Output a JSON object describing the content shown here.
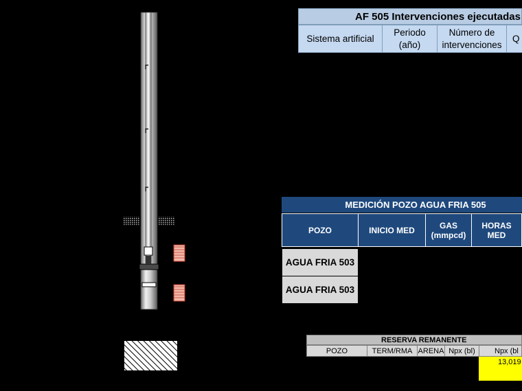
{
  "interventions_table": {
    "title": "AF 505 Intervenciones ejecutadas",
    "headers": [
      "Sistema artificial",
      "Periodo (año)",
      "Número de intervenciones",
      "Q"
    ]
  },
  "medicion_table": {
    "title": "MEDICIÓN POZO AGUA FRIA 505",
    "headers": [
      "POZO",
      "INICIO MED",
      "GAS (mmpcd)",
      "HORAS MED"
    ],
    "rows": [
      {
        "pozo": "AGUA FRIA 503"
      },
      {
        "pozo": "AGUA FRIA 503"
      }
    ]
  },
  "reserva_table": {
    "title": "RESERVA REMANENTE",
    "headers": [
      "POZO",
      "TERM/RMA",
      "ARENA",
      "Npx (bl)",
      "Npx (bl"
    ],
    "value": "13,019"
  },
  "colors": {
    "background": "#000000",
    "table1_header": "#c5d9f1",
    "table2_header": "#1f497d",
    "table2_cell": "#d9d9d9",
    "highlight": "#ffff00",
    "perforation": "#f2b8a8"
  }
}
